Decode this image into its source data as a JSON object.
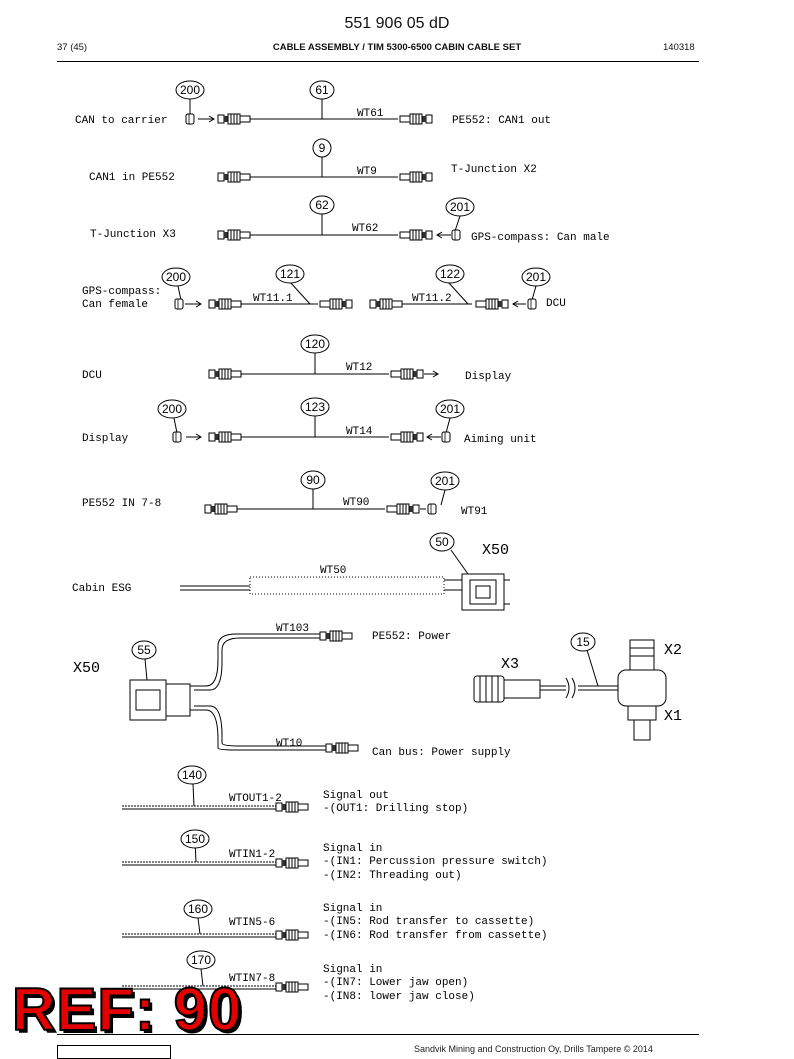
{
  "header": {
    "doc_number": "551 906 05 dD",
    "page": "37 (45)",
    "title": "CABLE ASSEMBLY / TIM 5300-6500 CABIN CABLE SET",
    "date": "140318"
  },
  "callouts": {
    "c200a": "200",
    "c61": "61",
    "c9": "9",
    "c62": "62",
    "c201a": "201",
    "c200b": "200",
    "c121": "121",
    "c122": "122",
    "c201b": "201",
    "c120": "120",
    "c200c": "200",
    "c123": "123",
    "c201c": "201",
    "c90": "90",
    "c201d": "201",
    "c50": "50",
    "c55": "55",
    "c15": "15",
    "c140": "140",
    "c150": "150",
    "c160": "160",
    "c170": "170"
  },
  "labels": {
    "can_to_carrier": "CAN to carrier",
    "wt61": "WT61",
    "pe552_can1_out": "PE552: CAN1 out",
    "can1_in_pe552": "CAN1 in PE552",
    "wt9": "WT9",
    "t_junction_x2": "T-Junction X2",
    "t_junction_x3": "T-Junction X3",
    "wt62": "WT62",
    "gps_compass_can_male": "GPS-compass: Can male",
    "gps_compass": "GPS-compass:",
    "can_female": "Can female",
    "wt11_1": "WT11.1",
    "wt11_2": "WT11.2",
    "dcu_a": "DCU",
    "dcu_b": "DCU",
    "wt12": "WT12",
    "display_a": "Display",
    "display_b": "Display",
    "wt14": "WT14",
    "aiming_unit": "Aiming unit",
    "pe552_in_7_8": "PE552 IN 7-8",
    "wt90": "WT90",
    "wt91": "WT91",
    "x50_a": "X50",
    "cabin_esg": "Cabin ESG",
    "wt50": "WT50",
    "wt103": "WT103",
    "pe552_power": "PE552: Power",
    "x50_b": "X50",
    "x2": "X2",
    "x3": "X3",
    "x1": "X1",
    "wt10": "WT10",
    "can_bus_power_supply": "Can bus: Power supply",
    "wtout1_2": "WTOUT1-2",
    "signal_out": "Signal out",
    "out1_drilling_stop": "-(OUT1: Drilling stop)",
    "wtin1_2": "WTIN1-2",
    "signal_in_a": "Signal in",
    "in1_percussion": "-(IN1: Percussion pressure switch)",
    "in2_threading": "-(IN2: Threading out)",
    "wtin5_6": "WTIN5-6",
    "signal_in_b": "Signal in",
    "in5_rod_to": "-(IN5: Rod transfer to cassette)",
    "in6_rod_from": "-(IN6: Rod transfer from cassette)",
    "wtin7_8": "WTIN7-8",
    "signal_in_c": "Signal in",
    "in7_lower_jaw_open": "-(IN7: Lower jaw open)",
    "in8_lower_jaw_close": "-(IN8: lower jaw close)"
  },
  "overlay": {
    "ref": "REF: 90",
    "ref_color": "#e20000"
  },
  "footer": {
    "text": "Sandvik Mining and Construction Oy, Drills Tampere © 2014"
  }
}
